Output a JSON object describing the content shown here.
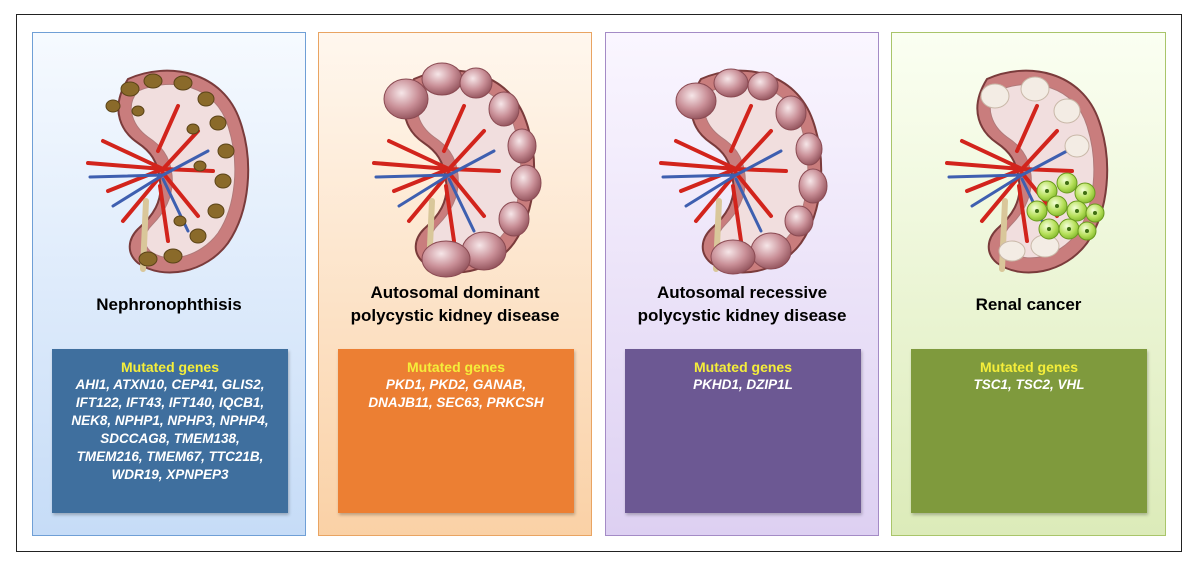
{
  "panels": [
    {
      "title_lines": [
        "Nephronophthisis"
      ],
      "genes_heading": "Mutated genes",
      "gene_lines": [
        "AHI1, ATXN10, CEP41, GLIS2,",
        "IFT122, IFT43, IFT140, IQCB1,",
        "NEK8, NPHP1, NPHP3, NPHP4,",
        "SDCCAG8, TMEM138,",
        "TMEM216, TMEM67, TTC21B,",
        "WDR19, XPNPEP3"
      ]
    },
    {
      "title_lines": [
        "Autosomal dominant",
        "polycystic kidney disease"
      ],
      "genes_heading": "Mutated genes",
      "gene_lines": [
        "PKD1, PKD2, GANAB,",
        "DNAJB11, SEC63, PRKCSH"
      ]
    },
    {
      "title_lines": [
        "Autosomal recessive",
        "polycystic kidney disease"
      ],
      "genes_heading": "Mutated genes",
      "gene_lines": [
        "PKHD1, DZIP1L"
      ]
    },
    {
      "title_lines": [
        "Renal cancer"
      ],
      "genes_heading": "Mutated genes",
      "gene_lines": [
        "TSC1, TSC2, VHL"
      ]
    }
  ]
}
